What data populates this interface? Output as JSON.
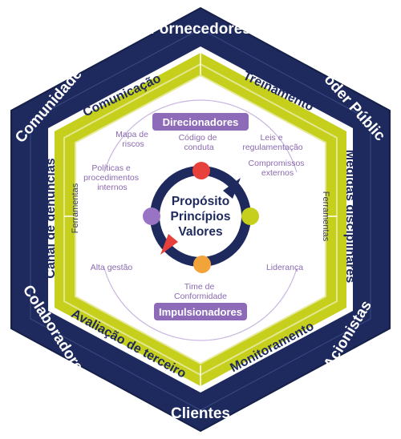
{
  "outer": {
    "top": "Fornecedores",
    "top_left": "Comunidade",
    "top_right": "Poder Público",
    "bottom_left": "Colaboradores",
    "bottom_right": "Acionistas",
    "bottom": "Clientes"
  },
  "middle": {
    "top_left": "Comunicação",
    "top_right": "Treinamento",
    "left": "Canal de denúncias",
    "right": "Medidas disciplinares",
    "bottom_left": "Avaliação de terceiros",
    "bottom_right": "Monitoramento"
  },
  "inner": {
    "direcionadores": "Direcionadores",
    "impulsionadores": "Impulsionadores",
    "ferramentas_left": "Ferramentas",
    "ferramentas_right": "Ferramentas",
    "mapa_riscos": [
      "Mapa de",
      "riscos"
    ],
    "codigo_conduta": [
      "Código de",
      "conduta"
    ],
    "leis": [
      "Leis e",
      "regulamentação"
    ],
    "politicas": [
      "Políticas e",
      "procedimentos",
      "internos"
    ],
    "compromissos": [
      "Compromissos",
      "externos"
    ],
    "alta_gestao": "Alta gestão",
    "lideranca": "Liderança",
    "time_conformidade": [
      "Time de",
      "Conformidade"
    ]
  },
  "core": {
    "line1": "Propósito",
    "line2": "Princípios",
    "line3": "Valores"
  },
  "colors": {
    "navy": "#1e2a5e",
    "lime": "#c5cf1c",
    "purple": "#8e6bb8",
    "red": "#e8403a",
    "orange": "#f2a33a",
    "lilac": "#9a74c4"
  }
}
